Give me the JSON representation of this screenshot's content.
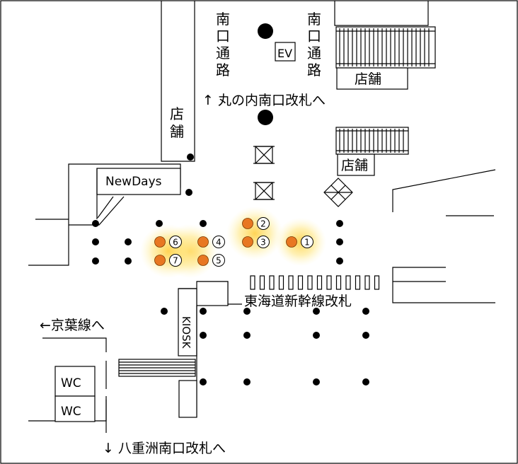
{
  "labels": {
    "south_passage": "南口通路",
    "ev": "EV",
    "shop": "店舗",
    "marunouchi": "↑ 丸の内南口改札へ",
    "newdays": "NewDays",
    "tokaido": "東海道新幹線改札",
    "keiyo": "←京葉線へ",
    "kiosk": "KIOSK",
    "wc": "WC",
    "yaesu": "↓ 八重洲南口改札へ"
  },
  "spots": [
    "①",
    "②",
    "③",
    "④",
    "⑤",
    "⑥",
    "⑦"
  ],
  "colors": {
    "spot": "#e87722",
    "glow": "#ffd24d",
    "line": "#000000"
  }
}
